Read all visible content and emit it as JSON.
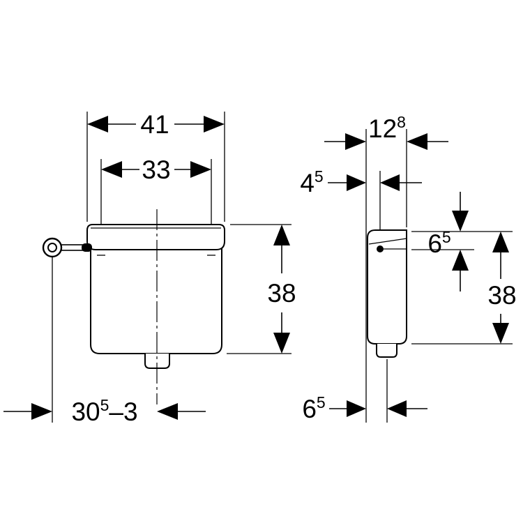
{
  "colors": {
    "line": "#000000",
    "background": "#ffffff"
  },
  "front_view": {
    "width_outer": {
      "value": "41"
    },
    "width_inner": {
      "value": "33"
    },
    "height": {
      "value": "38"
    },
    "lever_offset": {
      "base": "30",
      "sup": "5",
      "tail": "–3"
    }
  },
  "side_view": {
    "depth": {
      "base": "12",
      "sup": "8"
    },
    "lever_depth": {
      "base": "4",
      "sup": "5"
    },
    "lever_height": {
      "base": "6",
      "sup": "5"
    },
    "height": {
      "value": "38"
    },
    "outlet_offset": {
      "base": "6",
      "sup": "5"
    }
  }
}
